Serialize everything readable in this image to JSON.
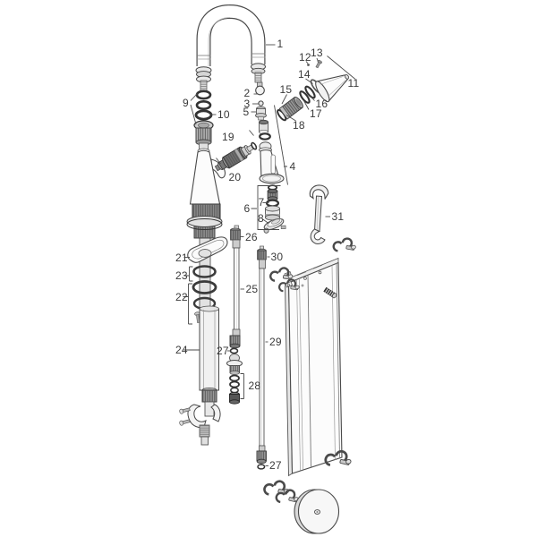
{
  "diagram": {
    "description": "exploded parts diagram of a pull-down kitchen faucet",
    "background": "#ffffff",
    "line_color": "#4a4a4a",
    "label_color": "#3a3a3a"
  },
  "callouts": {
    "c1": "1",
    "c2": "2",
    "c3": "3",
    "c4": "4",
    "c5": "5",
    "c6": "6",
    "c7": "7",
    "c8": "8",
    "c9": "9",
    "c10": "10",
    "c11": "11",
    "c12": "12",
    "c13": "13",
    "c14": "14",
    "c15": "15",
    "c16": "16",
    "c17": "17",
    "c18": "18",
    "c19": "19",
    "c20": "20",
    "c21": "21",
    "c22": "22",
    "c23": "23",
    "c24": "24",
    "c25": "25",
    "c26": "26",
    "c27a": "27",
    "c27b": "27",
    "c28": "28",
    "c29": "29",
    "c30": "30",
    "c31": "31"
  }
}
